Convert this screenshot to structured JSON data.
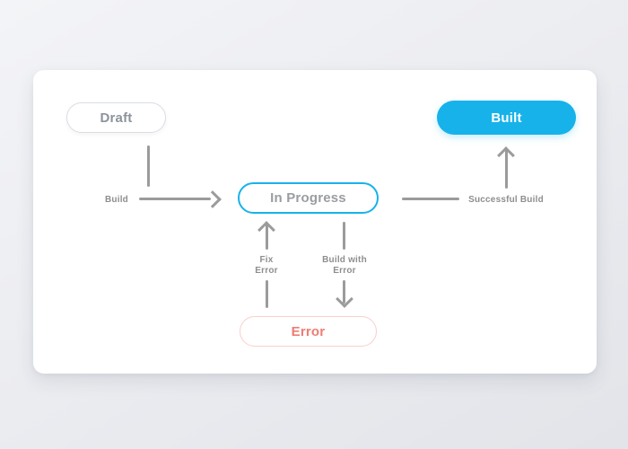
{
  "diagram": {
    "nodes": {
      "draft": {
        "label": "Draft"
      },
      "in_progress": {
        "label": "In Progress"
      },
      "built": {
        "label": "Built"
      },
      "error": {
        "label": "Error"
      }
    },
    "edges": {
      "build": {
        "label": "Build"
      },
      "successful_build": {
        "label": "Successful Build"
      },
      "fix_error": {
        "line1": "Fix",
        "line2": "Error"
      },
      "build_with_error": {
        "line1": "Build with",
        "line2": "Error"
      }
    },
    "colors": {
      "accent_blue": "#17b2ea",
      "error_text": "#ee7d75",
      "error_border": "#f7d0ca",
      "neutral_border": "#d9dde3",
      "node_text_gray": "#8d939c",
      "arrow_gray": "#9b9b9b",
      "edge_label_gray": "#8e8e8e",
      "card_background": "#ffffff"
    }
  }
}
